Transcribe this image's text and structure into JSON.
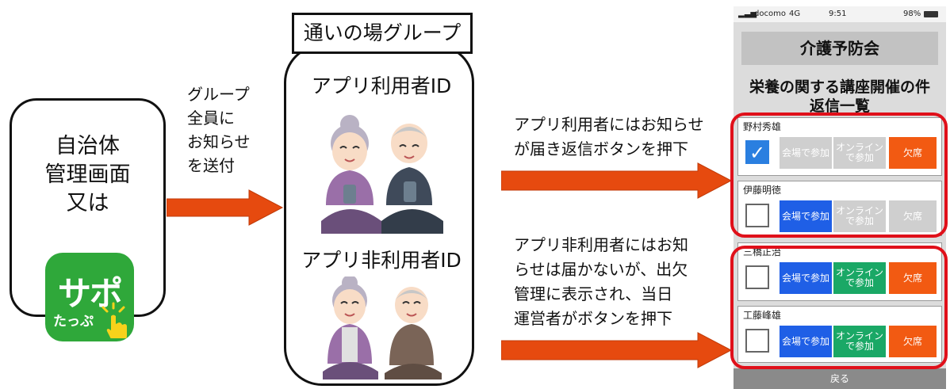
{
  "municipality": {
    "lines": [
      "自治体",
      "管理画面",
      "又は"
    ]
  },
  "app_icon": {
    "title": "サポ",
    "subtitle": "たっぷ"
  },
  "send_label": {
    "lines": [
      "グループ",
      "全員に",
      "お知らせ",
      "を送付"
    ]
  },
  "group": {
    "title": "通いの場グループ",
    "app_users": "アプリ利用者ID",
    "non_app_users": "アプリ非利用者ID"
  },
  "middle": {
    "app_users_text": [
      "アプリ利用者にはお知らせ",
      "が届き返信ボタンを押下"
    ],
    "non_app_users_text": [
      "アプリ非利用者にはお知",
      "らせは届かないが、出欠",
      "管理に表示され、当日",
      "運営者がボタンを押下"
    ]
  },
  "phone": {
    "status": {
      "carrier": "docomo",
      "network": "4G",
      "time": "9:51",
      "battery": "98%"
    },
    "header": "介護予防会",
    "subtitle_lines": [
      "栄養の関する講座開催の件",
      "返信一覧"
    ],
    "buttons": {
      "venue": "会場で参加",
      "online": "オンライン\nで参加",
      "absent": "欠席"
    },
    "members": [
      {
        "name": "野村秀雄",
        "checked": true,
        "state": "absent"
      },
      {
        "name": "伊藤明徳",
        "checked": false,
        "state": "venue"
      },
      {
        "name": "三橋正治",
        "checked": false,
        "state": "none"
      },
      {
        "name": "工藤峰雄",
        "checked": false,
        "state": "none"
      }
    ],
    "back": "戻る"
  },
  "colors": {
    "arrow": "#e64a0f",
    "highlight": "#e0101a",
    "venue": "#1f5fe6",
    "online": "#1aa866",
    "absent": "#f25a12",
    "icon_bg": "#2fa83a"
  }
}
